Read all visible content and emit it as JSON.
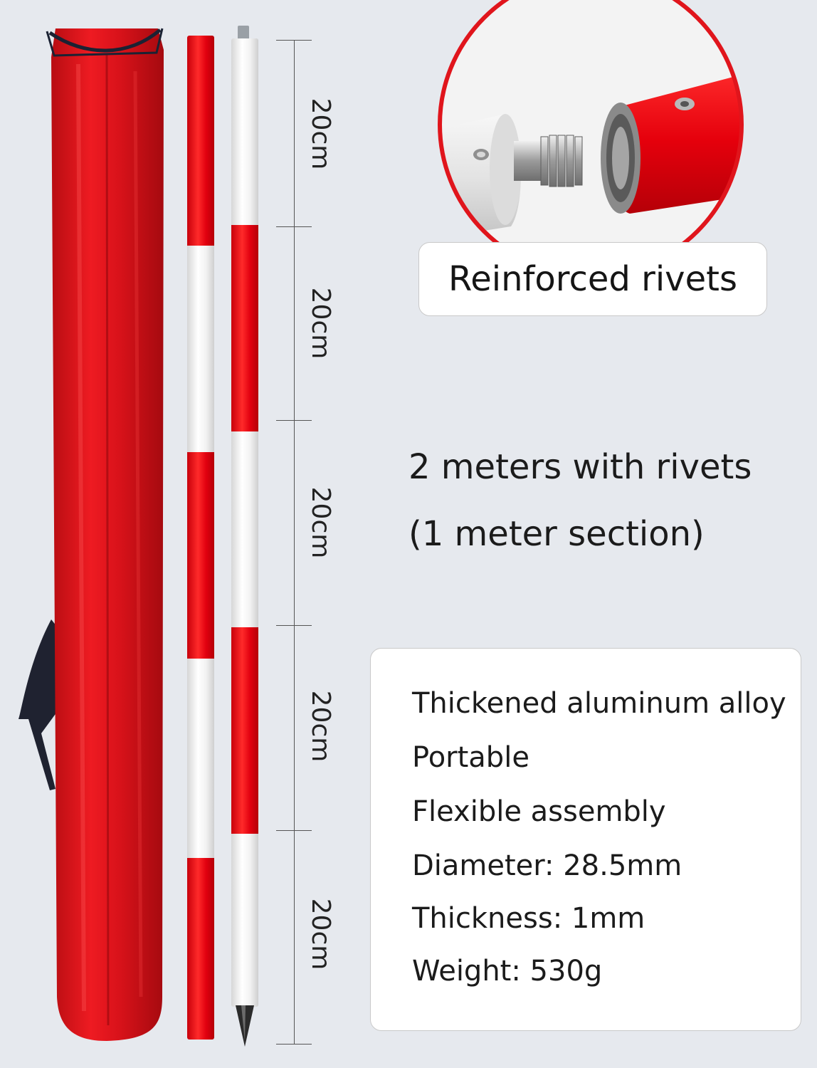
{
  "zoom": {
    "caption": "Reinforced rivets"
  },
  "headline": {
    "line1": "2 meters with rivets",
    "line2": "(1 meter section)"
  },
  "ruler": {
    "segments": [
      "20cm",
      "20cm",
      "20cm",
      "20cm",
      "20cm"
    ]
  },
  "specs": [
    "Thickened aluminum alloy",
    "Portable",
    "Flexible assembly",
    "Diameter: 28.5mm",
    "Thickness: 1mm",
    "Weight: 530g"
  ],
  "colors": {
    "pole_red": "#e1000f",
    "pole_white": "#f4f4f4",
    "bag_red": "#e0141a",
    "background": "#e6e9ee"
  }
}
